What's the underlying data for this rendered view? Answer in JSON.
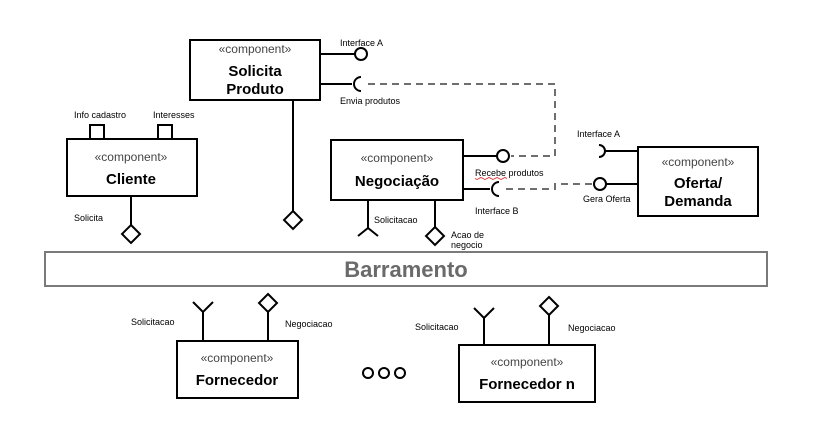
{
  "stereotype": "«component»",
  "components": {
    "solicita_produto": {
      "line1": "Solicita",
      "line2": "Produto"
    },
    "cliente": {
      "name": "Cliente"
    },
    "negociacao": {
      "name": "Negociação"
    },
    "oferta_demanda": {
      "line1": "Oferta/",
      "line2": "Demanda"
    },
    "fornecedor": {
      "name": "Fornecedor"
    },
    "fornecedor_n": {
      "name": "Fornecedor n"
    }
  },
  "bus": {
    "label": "Barramento"
  },
  "ellipsis": "ooo",
  "labels": {
    "interface_a_top": "Interface A",
    "envia_produtos": "Envia produtos",
    "info_cadastro": "Info cadastro",
    "interesses": "Interesses",
    "solicita": "Solicita",
    "recebe_produtos": "Recebe produtos",
    "interface_b": "Interface B",
    "solicitacao_neg": "Solicitacao",
    "acao_de": "Acao de",
    "negocio": "negocio",
    "interface_a_right": "Interface A",
    "gera_oferta": "Gera Oferta",
    "forn_solicitacao": "Solicitacao",
    "forn_negociacao": "Negociacao",
    "fornn_solicitacao": "Solicitacao",
    "fornn_negociacao": "Negociacao"
  }
}
